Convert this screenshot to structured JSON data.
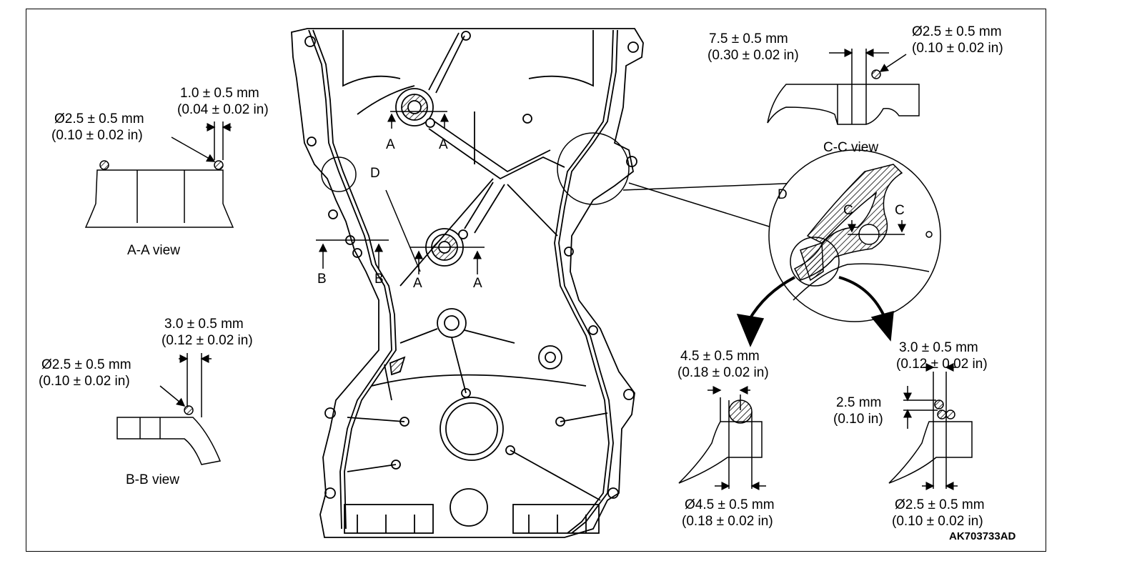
{
  "figure_code": "AK703733AD",
  "aa_view": {
    "title": "A-A view",
    "gap_mm": "1.0 ± 0.5 mm",
    "gap_in": "(0.04 ± 0.02 in)",
    "dia_mm": "Ø2.5 ± 0.5 mm",
    "dia_in": "(0.10 ± 0.02 in)"
  },
  "bb_view": {
    "title": "B-B view",
    "gap_mm": "3.0 ± 0.5 mm",
    "gap_in": "(0.12 ± 0.02 in)",
    "dia_mm": "Ø2.5 ± 0.5 mm",
    "dia_in": "(0.10 ± 0.02 in)"
  },
  "cc_view": {
    "title": "C-C view",
    "gap_mm": "7.5 ± 0.5 mm",
    "gap_in": "(0.30 ± 0.02 in)",
    "dia_mm": "Ø2.5 ± 0.5 mm",
    "dia_in": "(0.10 ± 0.02 in)"
  },
  "detail_left": {
    "gap_mm": "4.5 ± 0.5 mm",
    "gap_in": "(0.18 ± 0.02 in)",
    "dia_mm": "Ø4.5 ± 0.5 mm",
    "dia_in": "(0.18 ± 0.02 in)"
  },
  "detail_right": {
    "gap_mm": "3.0 ± 0.5 mm",
    "gap_in": "(0.12 ± 0.02 in)",
    "spacing_mm": "2.5 mm",
    "spacing_in": "(0.10 in)",
    "dia_mm": "Ø2.5 ± 0.5 mm",
    "dia_in": "(0.10 ± 0.02 in)"
  },
  "section_markers": {
    "a": "A",
    "b": "B",
    "c": "C",
    "d": "D"
  }
}
